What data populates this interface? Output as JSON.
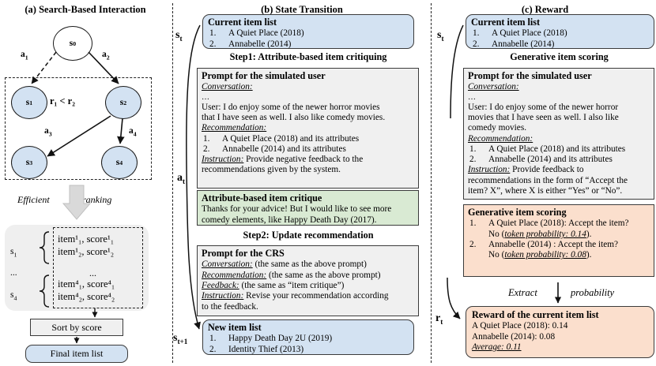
{
  "panels": {
    "a": {
      "title": "(a) Search-Based Interaction",
      "nodes": [
        {
          "id": "s0",
          "label": "s",
          "sub": "0"
        },
        {
          "id": "s1",
          "label": "s",
          "sub": "1"
        },
        {
          "id": "s2",
          "label": "s",
          "sub": "2"
        },
        {
          "id": "s3",
          "label": "s",
          "sub": "3"
        },
        {
          "id": "s4",
          "label": "s",
          "sub": "4"
        }
      ],
      "edges": [
        {
          "label": "a",
          "sub": "1"
        },
        {
          "label": "a",
          "sub": "2"
        },
        {
          "label": "a",
          "sub": "3"
        },
        {
          "label": "a",
          "sub": "4"
        }
      ],
      "reward_compare": "r₁ < r₂",
      "arrow_caption_left": "Efficient",
      "arrow_caption_right": "ranking",
      "ranking_rows": [
        {
          "state": "s",
          "state_sub": "1",
          "items": [
            "item¹₁, score¹₁",
            "item¹₂, score¹₂"
          ]
        },
        {
          "state": "...",
          "state_sub": "",
          "items": [
            "..."
          ]
        },
        {
          "state": "s",
          "state_sub": "4",
          "items": [
            "item⁴₁, score⁴₁",
            "item⁴₂, score⁴₂"
          ]
        }
      ],
      "sort_box": "Sort by score",
      "final_box": "Final item list"
    },
    "b": {
      "title": "(b) State Transition",
      "state_in": {
        "label": "s",
        "sub": "t"
      },
      "action": {
        "label": "a",
        "sub": "t"
      },
      "state_out": {
        "label": "s",
        "sub": "t+1"
      },
      "current_item_list": {
        "header": "Current item list",
        "items": [
          "A Quiet Place (2018)",
          "Annabelle (2014)"
        ]
      },
      "step1_label": "Step1: Attribute-based item critiquing",
      "prompt_user": {
        "header": "Prompt for the simulated user",
        "conversation_label": "Conversation:",
        "ellipsis": "…",
        "conversation_lines": [
          "User: I do enjoy some of the newer horror movies",
          "that I have seen as well. I also like comedy movies."
        ],
        "recommendation_label": "Recommendation:",
        "recommendation_items": [
          "A Quiet Place (2018) and its attributes",
          "Annabelle (2014) and its attributes"
        ],
        "instruction_label": "Instruction:",
        "instruction_text": " Provide negative feedback to the recommendations given by the system."
      },
      "critique": {
        "header": "Attribute-based item critique",
        "lines": [
          "Thanks for your advice! But I would like to see more",
          "comedy elements, like Happy Death Day (2017)."
        ]
      },
      "step2_label": "Step2: Update recommendation",
      "prompt_crs": {
        "header": "Prompt for the CRS",
        "rows": [
          {
            "label": "Conversation:",
            "text": " (the same as the above prompt)"
          },
          {
            "label": "Recommendation:",
            "text": " (the same as the above prompt)"
          },
          {
            "label": "Feedback:",
            "text": " (the same as “item critique”)"
          },
          {
            "label": "Instruction:",
            "text": " Revise your recommendation according"
          }
        ],
        "last_line": "to the feedback."
      },
      "new_item_list": {
        "header": "New item list",
        "items": [
          "Happy Death Day 2U (2019)",
          "Identity Thief (2013)"
        ]
      }
    },
    "c": {
      "title": "(c) Reward",
      "state_in": {
        "label": "s",
        "sub": "t"
      },
      "reward_sym": {
        "label": "r",
        "sub": "t"
      },
      "current_item_list": {
        "header": "Current item list",
        "items": [
          "A Quiet Place (2018)",
          "Annabelle (2014)"
        ]
      },
      "scoring_label": "Generative item scoring",
      "prompt_user": {
        "header": "Prompt for the simulated user",
        "conversation_label": "Conversation:",
        "ellipsis": "…",
        "conversation_lines": [
          "User: I do enjoy some of the newer horror",
          "movies that I have seen as well. I also like",
          "comedy movies."
        ],
        "recommendation_label": "Recommendation:",
        "recommendation_items": [
          "A Quiet Place (2018) and its attributes",
          "Annabelle (2014) and its attributes"
        ],
        "instruction_label": "Instruction:",
        "instruction_lines": [
          " Provide feedback to",
          "recommendations in the form of “Accept the",
          "item? X”, where X is either “Yes” or “No”."
        ]
      },
      "scoring_box": {
        "header": "Generative item scoring",
        "items": [
          {
            "line1": "A Quiet Place (2018): Accept the item?",
            "line2_prefix": "No (",
            "line2_em": "token probability: 0.14",
            "line2_suffix": ")."
          },
          {
            "line1": "Annabelle  (2014) : Accept the item?",
            "line2_prefix": "No (",
            "line2_em": "token probability: 0.08",
            "line2_suffix": ")."
          }
        ]
      },
      "extract_caption_left": "Extract",
      "extract_caption_right": "probability",
      "reward_box": {
        "header": "Reward of the current item list",
        "lines": [
          "A Quiet Place (2018): 0.14",
          "Annabelle (2014): 0.08"
        ],
        "average": "Average: 0.11"
      }
    }
  },
  "colors": {
    "blue_box": "#d3e2f2",
    "grey_box": "#f0f0f0",
    "green_box": "#d9ead3",
    "orange_box": "#fbdfcd",
    "border": "#3b3b3b"
  }
}
